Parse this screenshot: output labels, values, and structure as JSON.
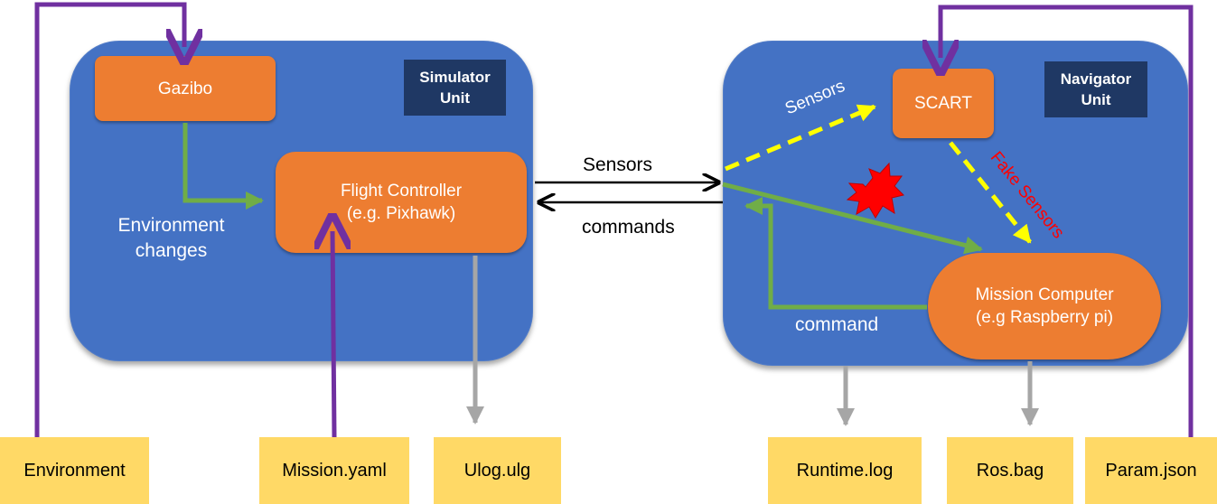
{
  "simulator_unit": {
    "title_line1": "Simulator",
    "title_line2": "Unit",
    "gazebo": "Gazibo",
    "flight_controller_line1": "Flight Controller",
    "flight_controller_line2": "(e.g. Pixhawk)",
    "env_label_line1": "Environment",
    "env_label_line2": "changes"
  },
  "navigator_unit": {
    "title_line1": "Navigator",
    "title_line2": "Unit",
    "scart": "SCART",
    "mission_computer_line1": "Mission Computer",
    "mission_computer_line2": "(e.g Raspberry pi)",
    "sensors_label": "Sensors",
    "fake_sensors_label": "Fake Sensors",
    "command_label": "command"
  },
  "links": {
    "sensors": "Sensors",
    "commands": "commands"
  },
  "files": {
    "environment": "Environment",
    "mission": "Mission.yaml",
    "ulog": "Ulog.ulg",
    "runtime": "Runtime.log",
    "rosbag": "Ros.bag",
    "param": "Param.json"
  },
  "colors": {
    "unit_blue": "#4472c4",
    "label_navy": "#1f3864",
    "orange": "#ed7d31",
    "file_yellow": "#ffd966",
    "purple": "#7030a0",
    "green": "#70ad47",
    "gray": "#a6a6a6",
    "dashed_yellow": "#ffff00",
    "burst_red": "#ff0000"
  }
}
